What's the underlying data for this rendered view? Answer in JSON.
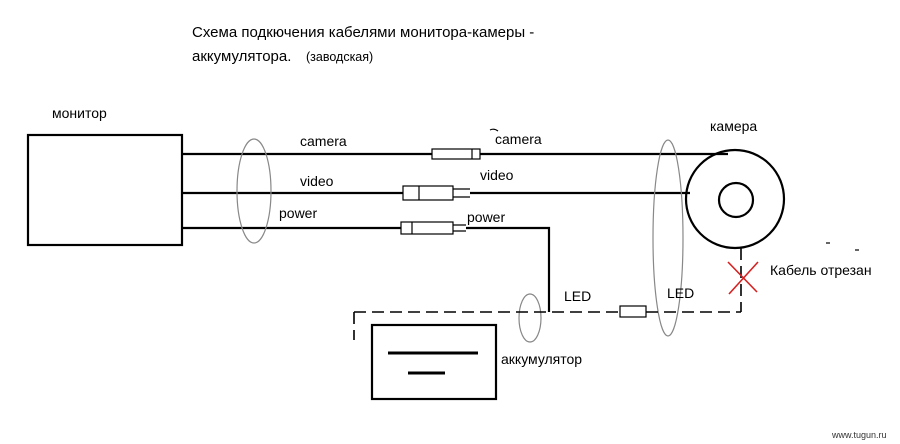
{
  "title": {
    "line1": "Схема подкючения кабелями монитора-камеры -",
    "line2": "аккумулятора.",
    "note": "(заводская)"
  },
  "devices": {
    "monitor": "монитор",
    "camera": "камера",
    "battery": "аккумулятор"
  },
  "wires": {
    "camera_left": "camera",
    "camera_right": "camera",
    "video_left": "video",
    "video_right": "video",
    "power_left": "power",
    "power_right": "power",
    "led_left": "LED",
    "led_right": "LED"
  },
  "annotations": {
    "cut_cable": "Кабель отрезан"
  },
  "watermark": "www.tugun.ru",
  "colors": {
    "line": "#000000",
    "bundle_loop": "#888888",
    "cut_mark": "#d62020"
  }
}
